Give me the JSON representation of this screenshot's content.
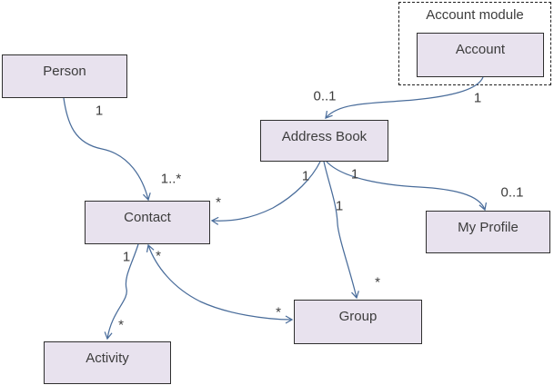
{
  "diagram": {
    "container": {
      "label": "Account module"
    },
    "nodes": [
      {
        "id": "person",
        "label": "Person"
      },
      {
        "id": "account",
        "label": "Account"
      },
      {
        "id": "address_book",
        "label": "Address Book"
      },
      {
        "id": "contact",
        "label": "Contact"
      },
      {
        "id": "my_profile",
        "label": "My Profile"
      },
      {
        "id": "group",
        "label": "Group"
      },
      {
        "id": "activity",
        "label": "Activity"
      }
    ],
    "edges": [
      {
        "from": "person",
        "to": "contact",
        "source_label": "1",
        "target_label": "1..*",
        "bidirectional": false
      },
      {
        "from": "account",
        "to": "address_book",
        "source_label": "1",
        "target_label": "0..1",
        "bidirectional": false
      },
      {
        "from": "address_book",
        "to": "contact",
        "source_label": "1",
        "target_label": "*",
        "bidirectional": false
      },
      {
        "from": "address_book",
        "to": "my_profile",
        "source_label": "1",
        "target_label": "0..1",
        "bidirectional": false
      },
      {
        "from": "address_book",
        "to": "group",
        "source_label": "1",
        "target_label": "*",
        "bidirectional": false
      },
      {
        "from": "contact",
        "to": "activity",
        "source_label": "1",
        "target_label": "*",
        "bidirectional": false
      },
      {
        "from": "contact",
        "to": "group",
        "source_label": "*",
        "target_label": "*",
        "bidirectional": true
      }
    ]
  },
  "colors": {
    "background": "#ffffff",
    "node_fill": "#e8e2ee",
    "node_border": "#2f2f2f",
    "connector": "#4a6d9b",
    "text": "#3c3c3c"
  }
}
